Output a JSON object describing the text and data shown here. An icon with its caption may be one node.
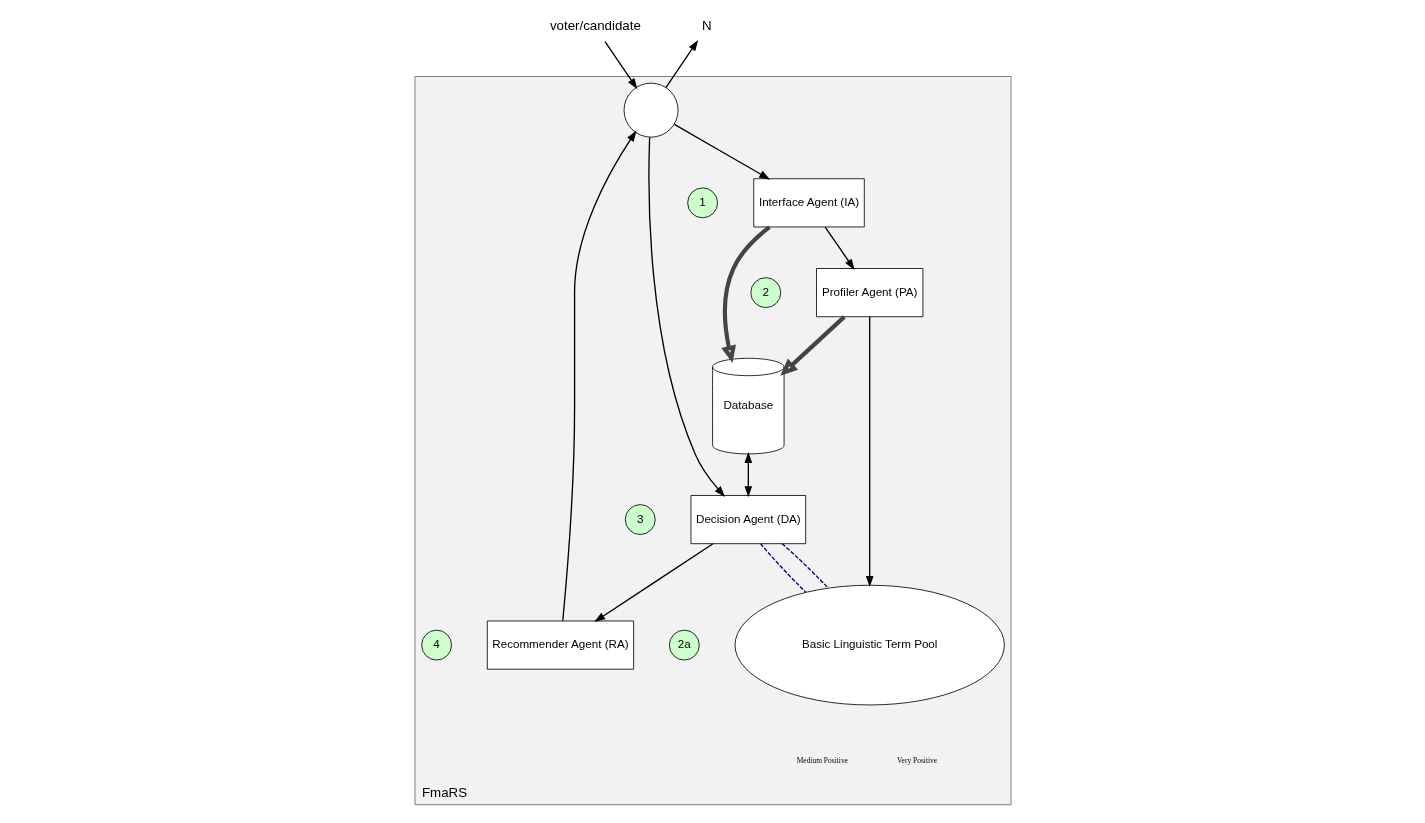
{
  "diagram": {
    "nodes": [
      {
        "text": [
          "FmaRS"
        ]
      },
      {
        "text": [
          "voter/candidate"
        ]
      },
      {
        "text": [
          "N"
        ]
      },
      {
        "text": [],
        "shape": "circle",
        "in": 0
      },
      {
        "text": [
          "1"
        ],
        "in": 0
      },
      {
        "text": [
          "Interface Agent (IA)"
        ],
        "in": 0
      },
      {
        "text": [
          "2"
        ],
        "in": 0
      },
      {
        "text": [
          "Profiler Agent (PA)"
        ],
        "in": 0
      },
      {
        "text": [
          "Database"
        ],
        "in": 0
      },
      {
        "text": [
          "3"
        ],
        "in": 0
      },
      {
        "text": [
          "Decision Agent (DA)"
        ],
        "in": 0
      },
      {
        "text": [
          "4"
        ],
        "in": 0
      },
      {
        "text": [
          "Recommender Agent (RA)"
        ],
        "in": 0
      },
      {
        "text": [
          "Basic Linguistic Term Pool"
        ],
        "in": 0
      },
      {
        "text": [
          "2a"
        ],
        "in": 0
      }
    ],
    "edges": [
      {
        "from": 1,
        "to": 3,
        "arrow": "to"
      },
      {
        "from": 3,
        "to": 2,
        "arrow": "to"
      },
      {
        "from": 3,
        "to": 5,
        "arrow": "to"
      },
      {
        "from": 3,
        "to": 10,
        "arrow": "to"
      },
      {
        "from": 12,
        "to": 3,
        "arrow": "to"
      },
      {
        "from": 5,
        "to": 7,
        "arrow": "to"
      },
      {
        "from": 5,
        "to": 8,
        "arrow": "to",
        "style": "thick"
      },
      {
        "from": 7,
        "to": 8,
        "arrow": "to",
        "style": "thick"
      },
      {
        "from": 8,
        "to": 10,
        "arrow": "both"
      },
      {
        "from": 10,
        "to": 12,
        "arrow": "to"
      },
      {
        "from": 7,
        "to": 13,
        "arrow": "to"
      },
      {
        "from": 10,
        "to": 13,
        "arrow": "none",
        "style": "dashed",
        "color": "#000080"
      },
      {
        "from": 10,
        "to": 13,
        "arrow": "none",
        "style": "dashed",
        "color": "#000080"
      }
    ],
    "labels": [
      "Medium Positive",
      "Very Positive"
    ]
  }
}
